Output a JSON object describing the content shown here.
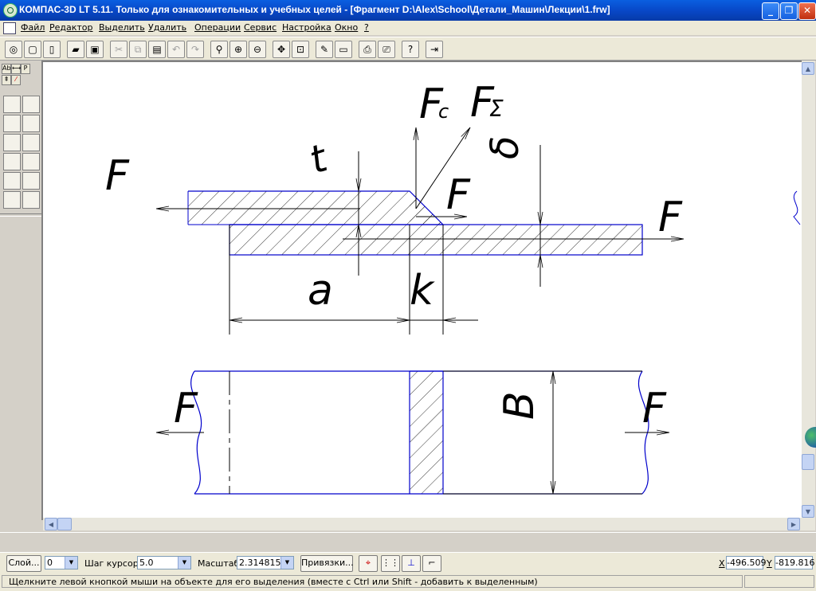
{
  "window": {
    "title": "КОМПАС-3D LT 5.11. Только для ознакомительных и учебных целей - [Фрагмент D:\\Alex\\School\\Детали_Машин\\Лекции\\1.frw]"
  },
  "menu": [
    "Файл",
    "Редактор",
    "Выделить",
    "Удалить",
    "Операции",
    "Сервис",
    "Настройка",
    "Окно",
    "?"
  ],
  "toolbar_icons": [
    "new-3d-icon",
    "new-fragment-icon",
    "new-document-icon",
    "open-icon",
    "save-icon",
    "cut-icon",
    "copy-icon",
    "paste-icon",
    "undo-icon",
    "redo-icon",
    "zoom-icon",
    "zoom-in-icon",
    "zoom-out-icon",
    "pan-icon",
    "zoom-fit-icon",
    "properties-icon",
    "layer-icon",
    "preview-icon",
    "print-icon",
    "help-icon",
    "exit-icon"
  ],
  "drawing": {
    "labels": {
      "F_left": "F",
      "t": "t",
      "Fc_main": "F",
      "Fc_sub": "c",
      "Fsum_main": "F",
      "Fsum_sub": "Σ",
      "delta": "δ",
      "F_mid": "F",
      "F_right": "F",
      "a": "a",
      "k": "k",
      "F_bot_left": "F",
      "B": "B",
      "F_bot_right": "F"
    }
  },
  "status": {
    "layer_button": "Слой...",
    "layer_value": "0",
    "step_label": "Шаг курсора",
    "step_value": "5.0",
    "scale_label": "Масштаб",
    "scale_value": "2.314815",
    "snap_button": "Привязки...",
    "x_label": "X",
    "x_value": "-496.509",
    "y_label": "Y",
    "y_value": "-819.816",
    "hint": "Щелкните левой кнопкой мыши на объекте для его выделения (вместе с Ctrl или Shift - добавить к выделенным)"
  },
  "colors": {
    "outline": "#0000cc",
    "dimension": "#000000",
    "titlebar": "#0848c8"
  }
}
